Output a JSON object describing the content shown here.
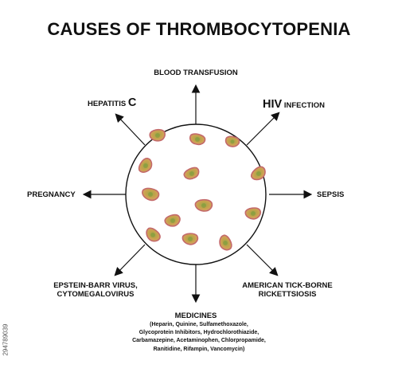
{
  "title": "CAUSES OF THROMBOCYTOPENIA",
  "colors": {
    "text": "#111111",
    "circle_stroke": "#111111",
    "platelet_fill": "#c9a24d",
    "platelet_outline": "#c46a6a",
    "platelet_center": "#7a9a3a"
  },
  "causes": {
    "blood_transfusion": "BLOOD TRANSFUSION",
    "hepatitis_prefix": "HEPATITIS",
    "hepatitis_letter": "C",
    "hiv": "HIV",
    "hiv_suffix": "INFECTION",
    "pregnancy": "PREGNANCY",
    "sepsis": "SEPSIS",
    "epstein_line1": "EPSTEIN-BARR VIRUS,",
    "epstein_line2": "CYTOMEGALOVIRUS",
    "tick_line1": "AMERICAN TICK-BORNE",
    "tick_line2": "RICKETTSIOSIS",
    "medicines": "MEDICINES",
    "medicines_detail": [
      "(Heparin, Quinine, Sulfamethoxazole,",
      "Glycoprotein Inhibitors, Hydrochlorothiazide,",
      "Carbamazepine, Acetaminophen, Chlorpropamide,",
      "Ranitidine, Rifampin, Vancomycin)"
    ]
  },
  "side_code": "294789039",
  "icons": [
    "arrow-icon",
    "platelet-icon",
    "blood-circle"
  ]
}
